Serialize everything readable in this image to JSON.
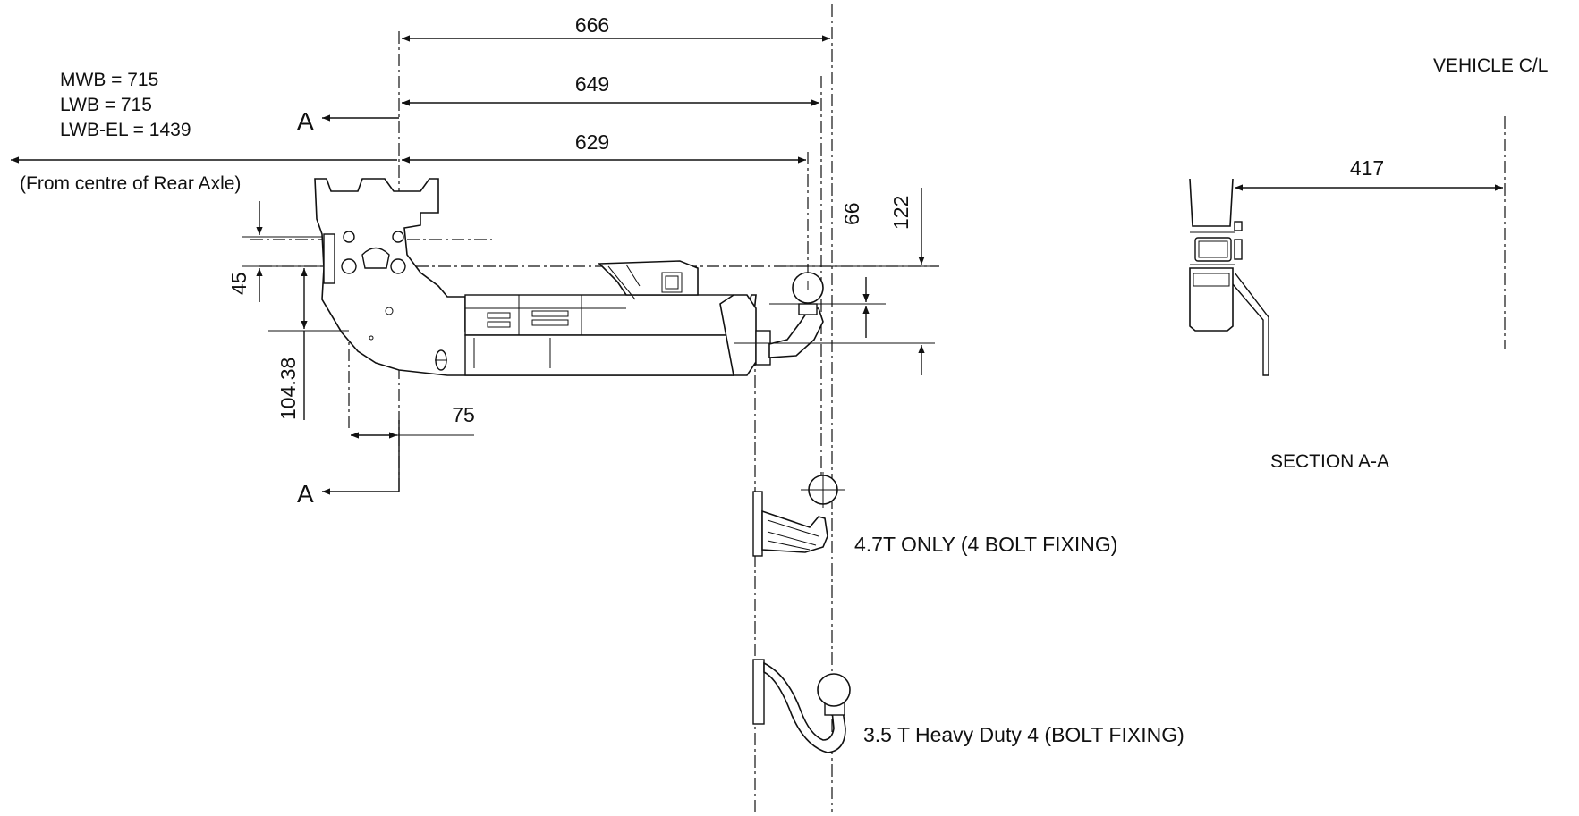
{
  "dimensions": {
    "d666": "666",
    "d649": "649",
    "d629": "629",
    "d66": "66",
    "d122": "122",
    "d45": "45",
    "d104": "104.38",
    "d75": "75",
    "d417": "417"
  },
  "notes": {
    "mwb": "MWB = 715",
    "lwb": "LWB = 715",
    "lwb_el": "LWB-EL = 1439",
    "from_axle": "(From centre of Rear Axle)",
    "section_marker": "A",
    "vehicle_cl": "VEHICLE C/L",
    "section_title": "SECTION A-A",
    "option_47t": "4.7T ONLY (4 BOLT FIXING)",
    "option_35t": "3.5 T Heavy Duty 4 (BOLT FIXING)"
  },
  "colors": {
    "line": "#111111",
    "background": "#ffffff"
  }
}
